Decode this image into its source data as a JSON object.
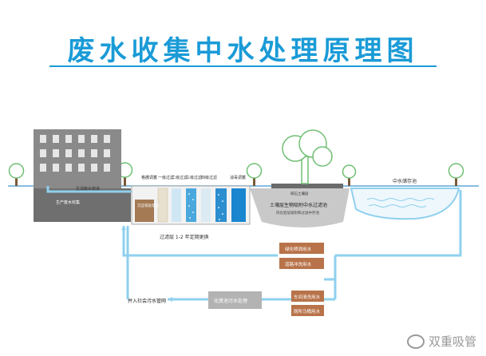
{
  "title": "废水收集中水处理原理图",
  "labels": {
    "sewage_pipe": "生活废水管道",
    "production_collect": "生产废水收集",
    "tank1": "格栅调蓄",
    "tank1_sub": "沉淀或处理池",
    "tank2": "一级过滤",
    "tank3": "二级过滤",
    "tank4": "三级过滤",
    "tank5": "四级过滤",
    "tank6": "消毒调蓄",
    "filter_note": "过滤层 1-2 年定期更换",
    "soil_layer": "碎石土壤层",
    "soil_filter": "土壤层生物吸附中水过滤池",
    "soil_filter_sub": "风化岩层吸附和过滤中存池",
    "storage": "中水储存池",
    "use1": "绿化喷洒用水",
    "use2": "道路冲洗用水",
    "use3": "车间清洗用水",
    "use4": "厕所马桶用水",
    "septic": "化粪池污水处理",
    "sewer": "并入社会污水管网"
  },
  "watermark": "双重吸管",
  "colors": {
    "title": "#1a9bd7",
    "pipe": "#8fd0ee",
    "building": "#8a8a8a",
    "ground": "#6f6f6f",
    "use_box": "#b8734a",
    "septic_box": "#b3b3b3",
    "tree": "#6fbf73"
  }
}
